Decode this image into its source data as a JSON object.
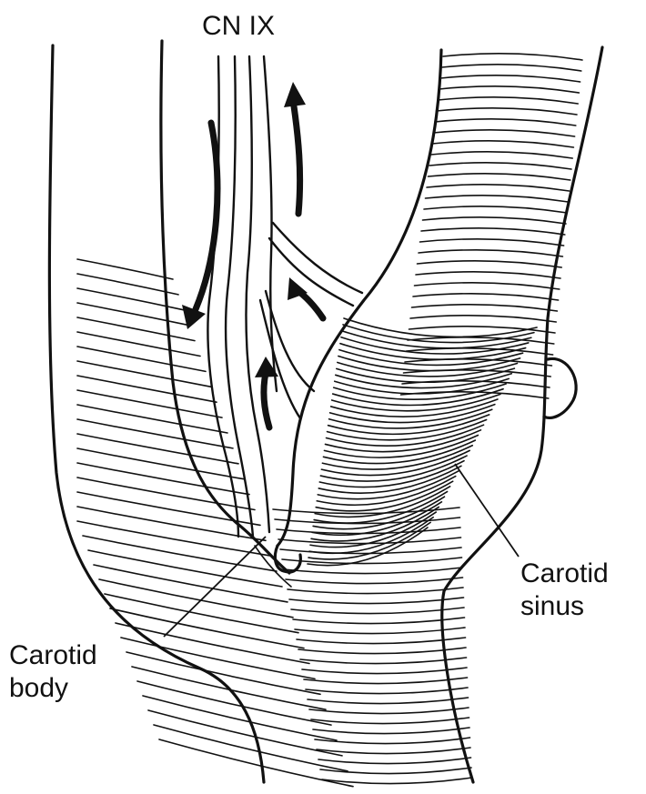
{
  "labels": {
    "nerve": "CN IX",
    "body_line1": "Carotid",
    "body_line2": "body",
    "sinus_line1": "Carotid",
    "sinus_line2": "sinus"
  }
}
